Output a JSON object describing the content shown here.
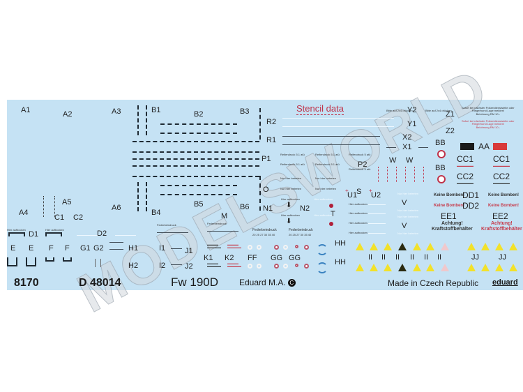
{
  "sheet": {
    "background": "#c5e2f4",
    "title": "Stencil data",
    "bottom": {
      "number": "8170",
      "code": "D 48014",
      "model": "Fw 190D",
      "publisher": "Eduard M.A.",
      "copyright_symbol": "C",
      "origin": "Made in Czech Republic",
      "brand": "eduard"
    },
    "watermark": "MODELSWORLD",
    "labels": {
      "A1": "A1",
      "A2": "A2",
      "A3": "A3",
      "A4": "A4",
      "A5": "A5",
      "A6": "A6",
      "B1": "B1",
      "B2": "B2",
      "B3": "B3",
      "B4": "B4",
      "B5": "B5",
      "B6": "B6",
      "C1": "C1",
      "C2": "C2",
      "D1": "D1",
      "D2": "D2",
      "E": "E",
      "F": "F",
      "G1": "G1",
      "G2": "G2",
      "H1": "H1",
      "H2": "H2",
      "I1": "I1",
      "I2": "I2",
      "J1": "J1",
      "J2": "J2",
      "K1": "K1",
      "K2": "K2",
      "M": "M",
      "N1": "N1",
      "N2": "N2",
      "O": "O",
      "P1": "P1",
      "P2": "P2",
      "R1": "R1",
      "R2": "R2",
      "S": "S",
      "T": "T",
      "U1": "U1",
      "U2": "U2",
      "V": "V",
      "W": "W",
      "X1": "X1",
      "X2": "X2",
      "Y1": "Y1",
      "Y2": "Y2",
      "Z1": "Z1",
      "Z2": "Z2",
      "AA": "AA",
      "BB": "BB",
      "CC1": "CC1",
      "CC2": "CC2",
      "DD1": "DD1",
      "DD2": "DD2",
      "EE1": "EE1",
      "EE2": "EE2",
      "FF": "FF",
      "GG": "GG",
      "HH": "HH",
      "II": "II",
      "JJ": "JJ"
    },
    "stencil_texts": {
      "reifendruck_1": "Reifendruck 5.1 atü",
      "reifendruck_2": "Reifendruck 5 atü",
      "nur_hier": "Nur hier betreten",
      "hier_aufbocken": "Hier aufbocken",
      "federbeindruck": "Federbeindruck",
      "federbein_values": "20 25 27 30 35 40",
      "keine_bomben": "Keine Bomben!",
      "achtung": "Achtung!",
      "kraftstoff": "Kraftstoffbehälter",
      "sofort": "Sofort bei nächster Polizeidienststelle oder",
      "fliegerhorst": "Fliegerhorst Lage melden!",
      "belohnung": "Belohnung RM 10.-",
      "boxes": "Bitte auf 2x4 drücken"
    }
  }
}
